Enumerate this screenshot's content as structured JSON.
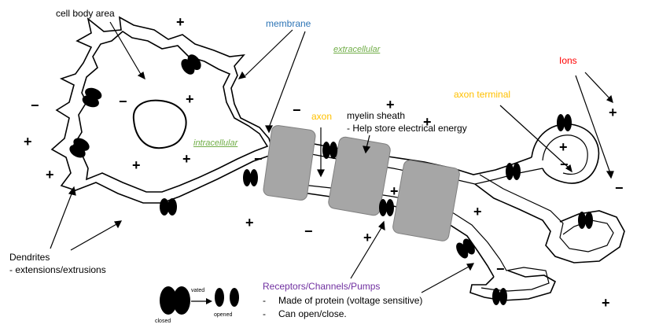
{
  "labels": {
    "cell_body": "cell body area",
    "membrane": "membrane",
    "extracellular": "extracellular",
    "intracellular": "intracellular",
    "axon": "axon",
    "myelin_title": "myelin sheath",
    "myelin_note": "- Help store electrical energy",
    "ions": "Ions",
    "axon_terminal": "axon terminal",
    "dendrites_title": "Dendrites",
    "dendrites_note": "- extensions/extrusions",
    "receptors_title": "Receptors/Channels/Pumps",
    "receptors_note_1": "Made of protein (voltage sensitive)",
    "receptors_note_2": "Can open/close.",
    "bullet": "-",
    "legend_closed": "closed",
    "legend_opened": "opened",
    "legend_activated": "vated"
  },
  "colors": {
    "membrane": "#2e75b6",
    "cell_regions": "#70ad47",
    "axon": "#ffc000",
    "ions": "#ff0000",
    "receptors": "#7030a0",
    "myelin_fill": "#a6a6a6",
    "channel_fill": "#000000"
  },
  "charges": {
    "plus": "+",
    "minus": "−"
  }
}
